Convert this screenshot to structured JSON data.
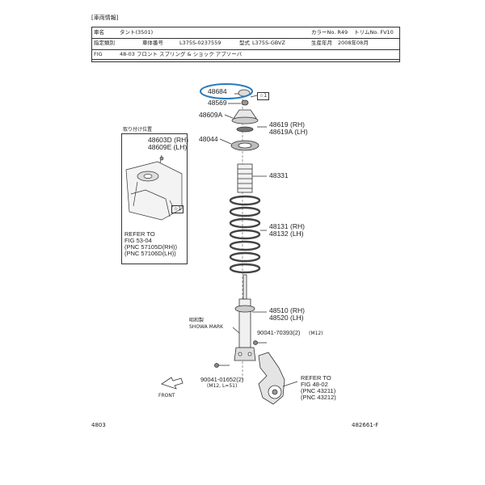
{
  "header": {
    "section_title": "[車両情報]",
    "row1": {
      "model_label": "車名",
      "model_value": "タント(3501)",
      "color_label": "カラーNo. R49",
      "trim_label": "トリムNo. FV10"
    },
    "row2": {
      "type_label": "指定類別",
      "chassis_label": "車体番号",
      "chassis_value": "L375S-0237559",
      "form_label": "型式",
      "form_value": "L375S-GBVZ",
      "prod_label": "生産年月",
      "prod_value": "2008年08月"
    },
    "fig_label": "FIG",
    "fig_value": "48-03 フロント スプリング & ショック アブソーバ"
  },
  "parts": {
    "p48684": "48684",
    "p48569": "48569",
    "p48609A": "48609A",
    "p48619": "48619 (RH)",
    "p48619A": "48619A (LH)",
    "p48044": "48044",
    "p48331": "48331",
    "p48131": "48131 (RH)",
    "p48132": "48132 (LH)",
    "p48510": "48510 (RH)",
    "p48520": "48520 (LH)",
    "showa1": "昭和製",
    "showa2": "SHOWA MARK",
    "bolt1": "90041-70393(2)",
    "bolt1_note": "(M12)",
    "bolt2": "90041-01652(2)",
    "bolt2_note": "(M12, L=51)",
    "refer_right1": "REFER TO",
    "refer_right2": "FIG   48-02",
    "refer_right3": "(PNC 43211)",
    "refer_right4": "(PNC 43212)",
    "front": "FRONT",
    "star": "☆1"
  },
  "inset": {
    "title": "取り付け位置",
    "p1": "48603D (RH)",
    "p2": "48609E (LH)",
    "refer1": "REFER TO",
    "refer2": "FIG   53-04",
    "refer3": "(PNC 57105D(RH))",
    "refer4": "(PNC 57106D(LH))",
    "star": "☆1"
  },
  "footer": {
    "left": "4803",
    "right": "482661-F"
  },
  "colors": {
    "highlight": "#2a7bbd",
    "ink": "#222222"
  }
}
